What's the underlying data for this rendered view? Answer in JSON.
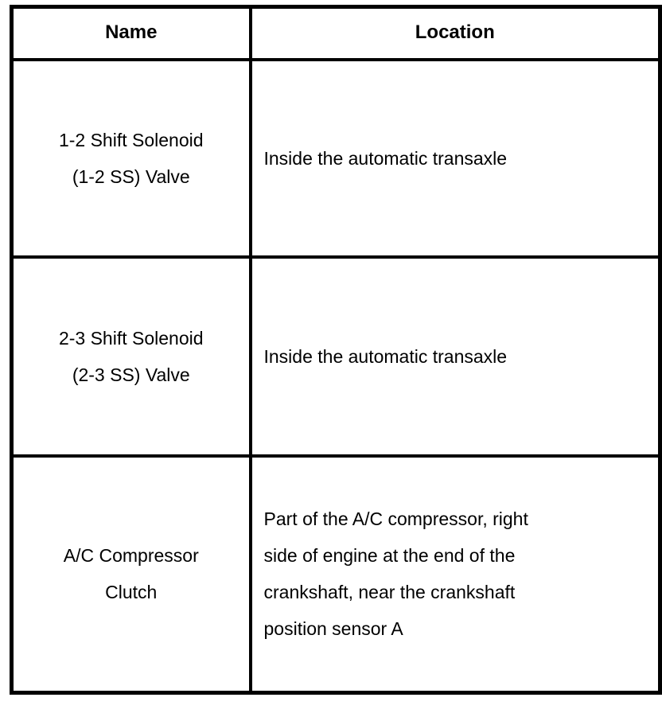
{
  "document": {
    "colors": {
      "border": "#000000",
      "text": "#000000",
      "background": "#ffffff"
    },
    "table": {
      "headers": [
        {
          "label": "Name"
        },
        {
          "label": "Location"
        }
      ],
      "rows": [
        {
          "name": "1-2 Shift Solenoid\n(1-2 SS) Valve",
          "location": "Inside the automatic transaxle"
        },
        {
          "name": "2-3 Shift Solenoid\n(2-3 SS) Valve",
          "location": "Inside the automatic transaxle"
        },
        {
          "name": "A/C Compressor\nClutch",
          "location": "Part of the A/C compressor, right\nside of engine at the end of the\ncrankshaft, near the crankshaft\nposition sensor A"
        }
      ]
    }
  }
}
